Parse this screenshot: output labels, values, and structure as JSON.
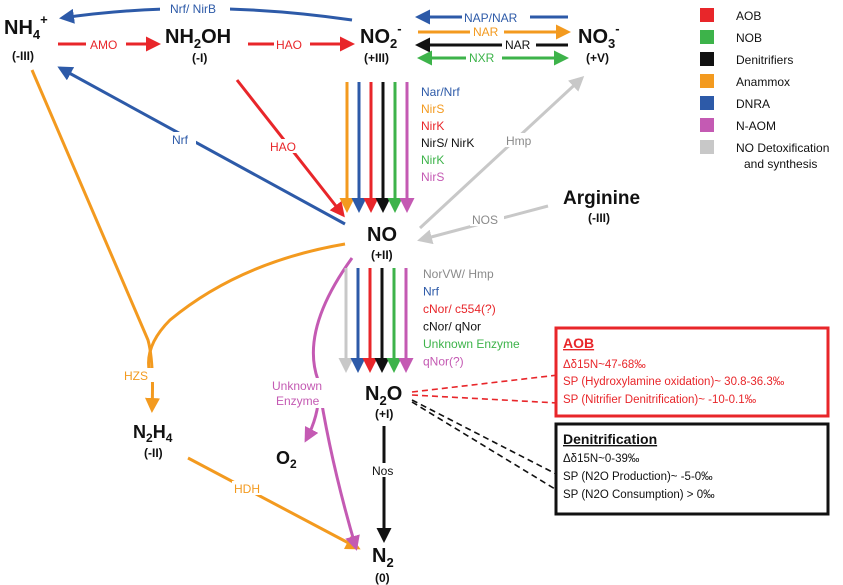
{
  "colors": {
    "aob": "#e8262a",
    "nob": "#3db34a",
    "denitrifiers": "#111111",
    "anammox": "#f39a1f",
    "dnra": "#2d5aa8",
    "naom": "#c45ab3",
    "detox": "#c8c8c8"
  },
  "species": {
    "nh4": {
      "label": "NH",
      "sub": "4",
      "sup": "+",
      "ox": "(-III)"
    },
    "nh2oh": {
      "label": "NH",
      "sub": "2",
      "tail": "OH",
      "ox": "(-I)"
    },
    "no2": {
      "label": "NO",
      "sub": "2",
      "sup": "-",
      "ox": "(+III)"
    },
    "no3": {
      "label": "NO",
      "sub": "3",
      "sup": "-",
      "ox": "(+V)"
    },
    "no": {
      "label": "NO",
      "ox": "(+II)"
    },
    "n2o": {
      "label": "N",
      "sub": "2",
      "tail": "O",
      "ox": "(+I)"
    },
    "n2": {
      "label": "N",
      "sub": "2",
      "ox": "(0)"
    },
    "n2h4": {
      "label": "N",
      "sub": "2",
      "mid": "H",
      "sub2": "4",
      "ox": "(-II)"
    },
    "o2": {
      "label": "O",
      "sub": "2"
    },
    "arginine": {
      "label": "Arginine",
      "ox": "(-III)"
    }
  },
  "enzymes": {
    "nrf_nirb": "Nrf/ NirB",
    "amo": "AMO",
    "hao_top": "HAO",
    "hao_diag": "HAO",
    "nap_nar": "NAP/NAR",
    "nar_orange": "NAR",
    "nar_black": "NAR",
    "nxr": "NXR",
    "nrf_diag": "Nrf",
    "hmp": "Hmp",
    "nos_gray": "NOS",
    "hzs": "HZS",
    "hdh": "HDH",
    "nos_black": "Nos",
    "unknown_enzyme": [
      "Unknown",
      "Enzyme"
    ]
  },
  "no2_to_no_labels": [
    {
      "text": "Nar/Nrf",
      "color": "#2d5aa8"
    },
    {
      "text": "NirS",
      "color": "#f39a1f"
    },
    {
      "text": "NirK",
      "color": "#e8262a"
    },
    {
      "text": "NirS/ NirK",
      "color": "#111111"
    },
    {
      "text": "NirK",
      "color": "#3db34a"
    },
    {
      "text": "NirS",
      "color": "#c45ab3"
    }
  ],
  "no_to_n2o_labels": [
    {
      "text": "NorVW/ Hmp",
      "color": "#8a8a8a"
    },
    {
      "text": "Nrf",
      "color": "#2d5aa8"
    },
    {
      "text": "cNor/ c554(?)",
      "color": "#e8262a"
    },
    {
      "text": "cNor/ qNor",
      "color": "#111111"
    },
    {
      "text": "Unknown Enzyme",
      "color": "#3db34a"
    },
    {
      "text": "qNor(?)",
      "color": "#c45ab3"
    }
  ],
  "legend": [
    {
      "label": "AOB",
      "color": "#e8262a",
      "text_color": "#e8262a"
    },
    {
      "label": "NOB",
      "color": "#3db34a",
      "text_color": "#3db34a"
    },
    {
      "label": "Denitrifiers",
      "color": "#111111",
      "text_color": "#111111"
    },
    {
      "label": "Anammox",
      "color": "#f39a1f",
      "text_color": "#f39a1f"
    },
    {
      "label": "DNRA",
      "color": "#2d5aa8",
      "text_color": "#2d5aa8"
    },
    {
      "label": "N-AOM",
      "color": "#c45ab3",
      "text_color": "#c45ab3"
    },
    {
      "label": "NO Detoxification",
      "label2": "and synthesis",
      "color": "#c8c8c8",
      "text_color": "#888888"
    }
  ],
  "aob_box": {
    "title": "AOB",
    "lines": [
      "Δδ15N~47-68‰",
      "SP (Hydroxylamine oxidation)~ 30.8-36.3‰",
      "SP (Nitrifier Denitrification)~ -10-0.1‰"
    ]
  },
  "denit_box": {
    "title": "Denitrification",
    "lines": [
      "Δδ15N~0-39‰",
      "SP (N2O Production)~ -5-0‰",
      "SP (N2O Consumption) > 0‰"
    ]
  }
}
